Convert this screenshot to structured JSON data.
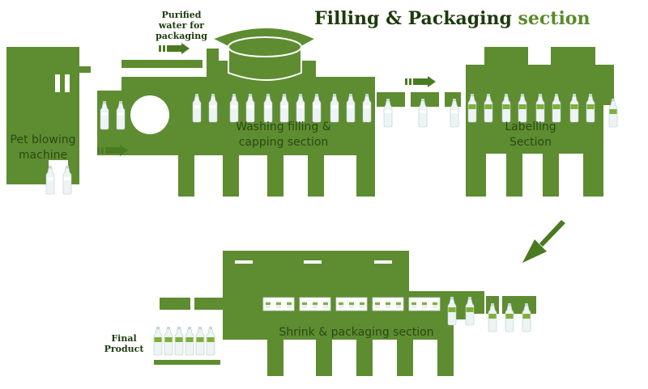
{
  "title": {
    "main": "Filling & Packaging",
    "sub": "section"
  },
  "labels": {
    "pet_blowing": "Pet blowing machine",
    "washing": "Washing filling & capping section",
    "labelling": "Labelling Section",
    "shrink": "Shrink & packaging section",
    "purified_water": "Purified water for packaging",
    "final_product": "Final Product"
  },
  "colors": {
    "machine": "#5e8c31",
    "arrow": "#4a7a22",
    "bottle": "#eef4f4",
    "label": "#7fb03a"
  }
}
